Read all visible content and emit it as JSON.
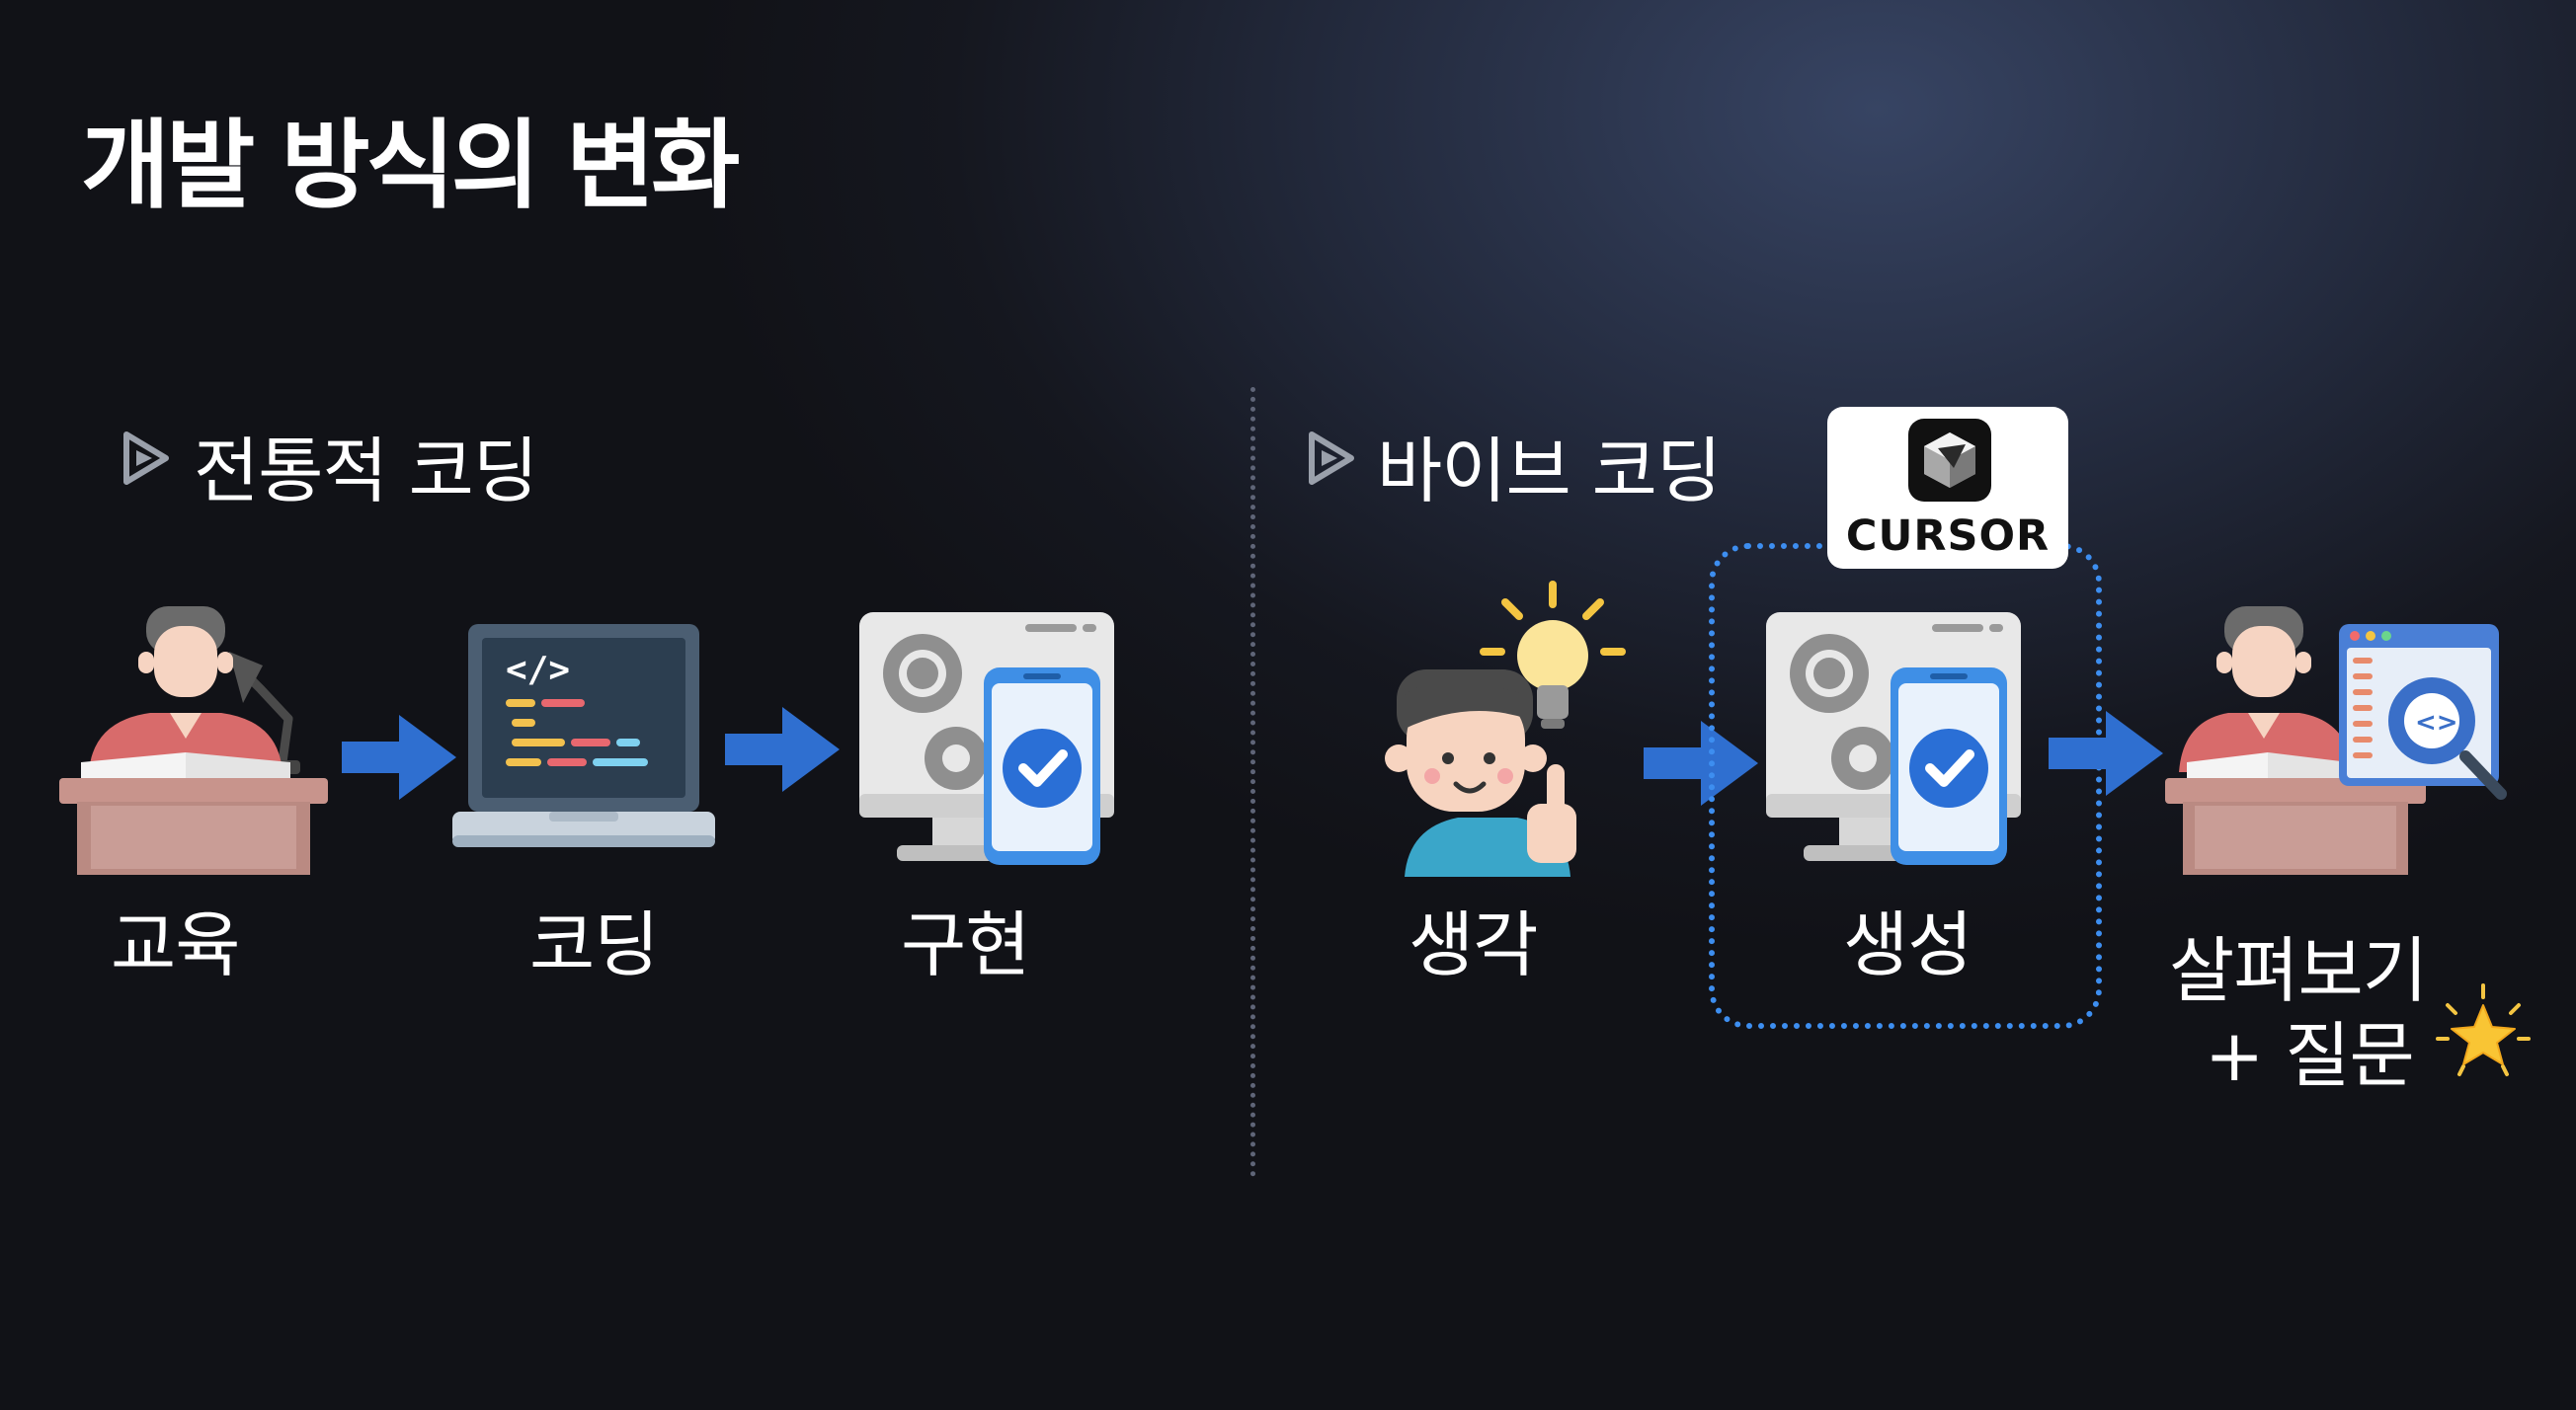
{
  "title": "개발 방식의 변화",
  "traditional": {
    "heading": "전통적 코딩",
    "steps": [
      "교육",
      "코딩",
      "구현"
    ]
  },
  "vibe": {
    "heading": "바이브 코딩",
    "steps": [
      "생각",
      "생성"
    ],
    "last_step_line1": "살펴보기",
    "last_step_line2": "+ 질문",
    "tool_badge": "CURSOR"
  },
  "icons": {
    "section_marker": "play-triangle-icon",
    "arrows": "right-arrow-icon",
    "education": "student-at-desk-icon",
    "coding": "laptop-code-icon",
    "implementation": "app-settings-check-icon",
    "thinking": "idea-person-icon",
    "review": "person-inspect-code-icon",
    "sparkle": "sparkle-star-icon"
  },
  "colors": {
    "accent_blue": "#3d8ef0",
    "arrow_blue": "#2f6fd0",
    "star": "#f9c534"
  }
}
